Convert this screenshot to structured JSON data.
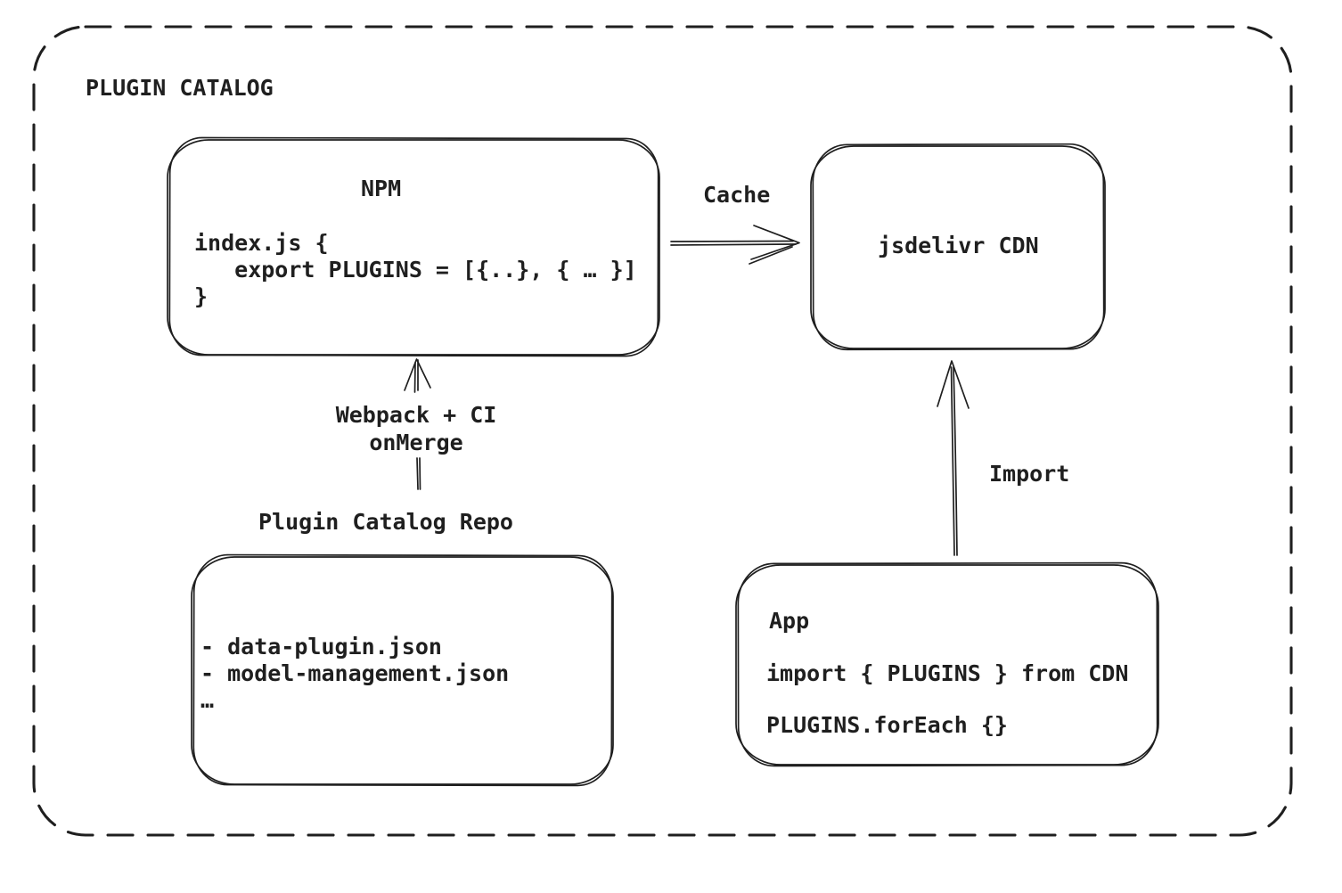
{
  "colors": {
    "ink": "#1f1f1f",
    "background": "#ffffff"
  },
  "frame": {
    "title": "PLUGIN CATALOG"
  },
  "npm": {
    "title": "NPM",
    "code": [
      "index.js {",
      "   export PLUGINS = [{..}, { … }]",
      "}"
    ]
  },
  "cdn": {
    "title": "jsdelivr CDN"
  },
  "repo": {
    "label": "Plugin Catalog Repo",
    "files": [
      "- data-plugin.json",
      "- model-management.json",
      "…"
    ]
  },
  "app": {
    "title": "App",
    "code": [
      "import { PLUGINS } from CDN",
      "PLUGINS.forEach {}"
    ]
  },
  "edges": {
    "cache": {
      "label": "Cache"
    },
    "build": {
      "label": [
        "Webpack + CI",
        "onMerge"
      ]
    },
    "import": {
      "label": "Import"
    }
  }
}
